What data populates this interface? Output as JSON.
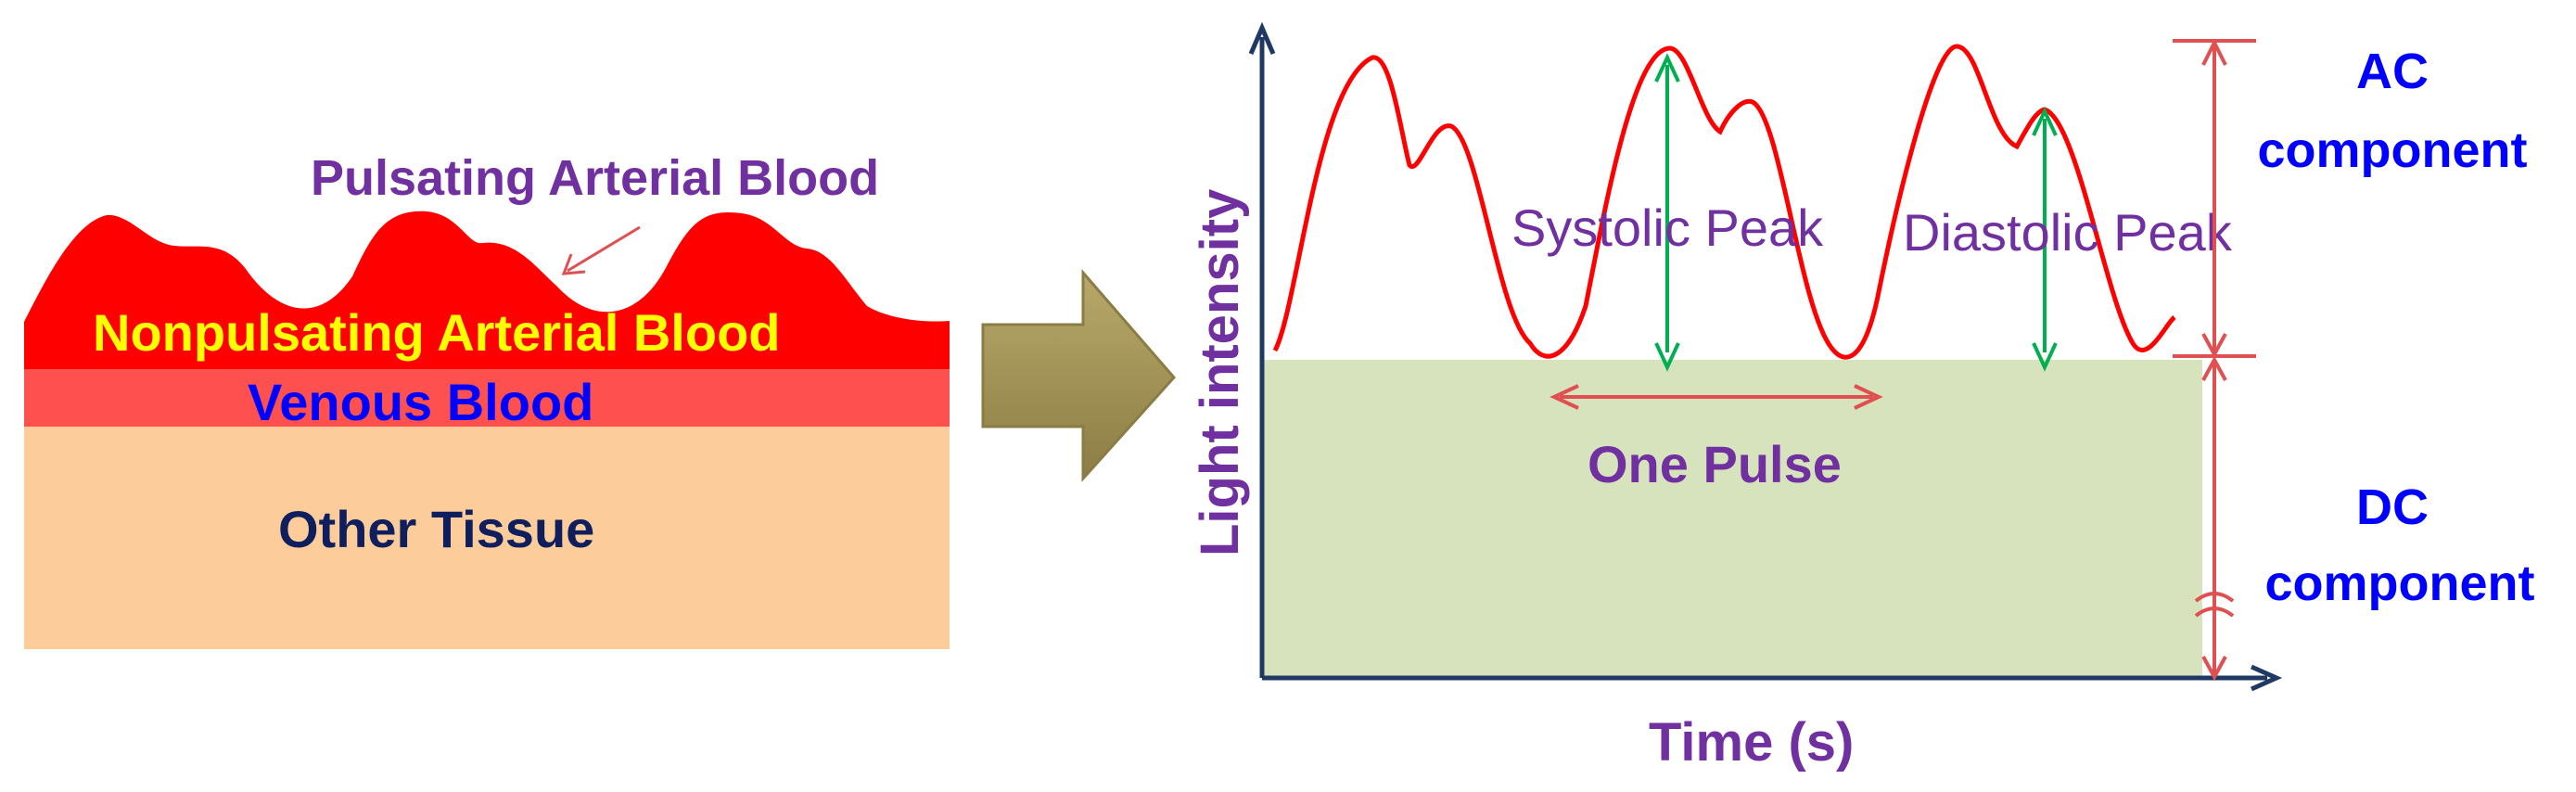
{
  "tissue": {
    "pulsating_label": "Pulsating Arterial Blood",
    "nonpulsating_label": "Nonpulsating Arterial Blood",
    "venous_label": "Venous Blood",
    "other_label": "Other Tissue"
  },
  "graph": {
    "y_axis_label": "Light intensity",
    "x_axis_label": "Time (s)",
    "systolic_label": "Systolic Peak",
    "diastolic_label": "Diastolic Peak",
    "pulse_label": "One Pulse",
    "ac_label_line1": "AC",
    "ac_label_line2": "component",
    "dc_label_line1": "DC",
    "dc_label_line2": "component"
  },
  "colors": {
    "arterial_red": "#ff0000",
    "venous_red": "#ff5050",
    "tissue_peach": "#fccc9a",
    "label_purple": "#7030a0",
    "label_yellow": "#ffff00",
    "label_blue": "#0000ff",
    "label_navy": "#0f1f5e",
    "dc_green": "#d6e3bc",
    "axis_navy": "#1f3864",
    "waveform_red": "#ff0000",
    "peak_arrow_green": "#00b050",
    "annotation_red": "#e05050",
    "arrow_olive": "#a39457"
  }
}
